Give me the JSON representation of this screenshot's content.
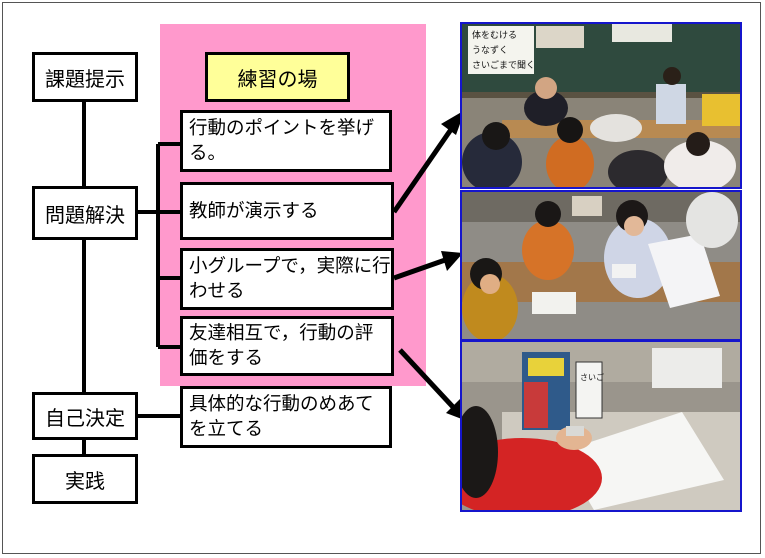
{
  "stages": {
    "presentation": "課題提示",
    "problem_solving": "問題解決",
    "self_decision": "自己決定",
    "practice": "実践"
  },
  "practice_area": {
    "title": "練習の場"
  },
  "steps": [
    "行動のポイントを挙げる。",
    "教師が演示する",
    "小グループで，実際に行わせる",
    "友達相互で，行動の評価をする",
    "具体的な行動のめあてを立てる"
  ],
  "photo_overlays": {
    "board_lines": [
      "体をむける",
      "うなずく",
      "さいごまで聞く"
    ],
    "card_text": "さいご"
  },
  "colors": {
    "practice_area_bg": "#ff99cc",
    "title_bg": "#ffff99",
    "photo_border": "#1515cc"
  }
}
